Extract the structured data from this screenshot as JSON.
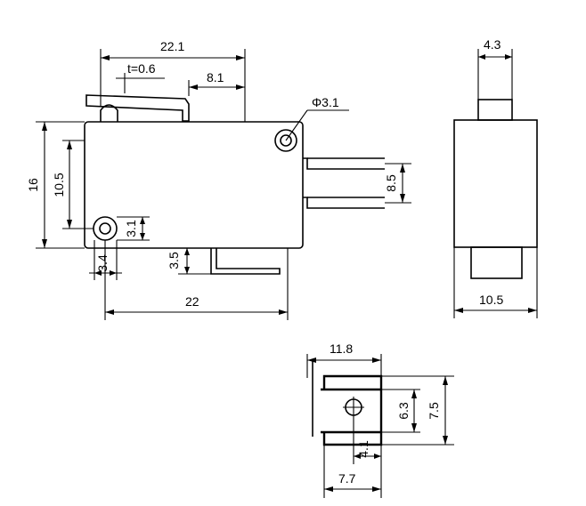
{
  "views": {
    "front": {
      "width_lever": "22.1",
      "lever_thickness": "t=0.6",
      "lever_offset": "8.1",
      "hole_diameter": "Φ3.1",
      "height_total": "16",
      "height_inner": "10.5",
      "terminal_spacing": "8.5",
      "hole_vertical": "3.1",
      "hole_horizontal": "3.4",
      "terminal_depth": "3.5",
      "body_length": "22"
    },
    "side": {
      "plunger_width": "4.3",
      "body_width": "10.5"
    },
    "terminal": {
      "width_outer": "11.8",
      "height_inner": "6.3",
      "height_outer": "7.5",
      "hole_offset": "4.1",
      "width_bottom": "7.7"
    }
  }
}
